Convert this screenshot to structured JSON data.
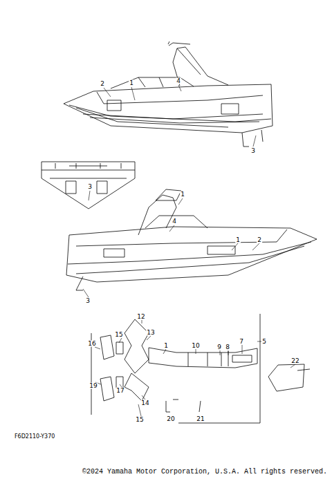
{
  "diagram": {
    "labels": [
      "1",
      "2",
      "4",
      "3",
      "3",
      "1",
      "4",
      "1",
      "2",
      "3",
      "12",
      "13",
      "16",
      "15",
      "1",
      "10",
      "9",
      "8",
      "7",
      "5",
      "22",
      "19",
      "17",
      "14",
      "15",
      "20",
      "21",
      "F6D2110-Y370",
      "©2024 Yamaha Motor Corporation, U.S.A. All rights reserved."
    ]
  }
}
